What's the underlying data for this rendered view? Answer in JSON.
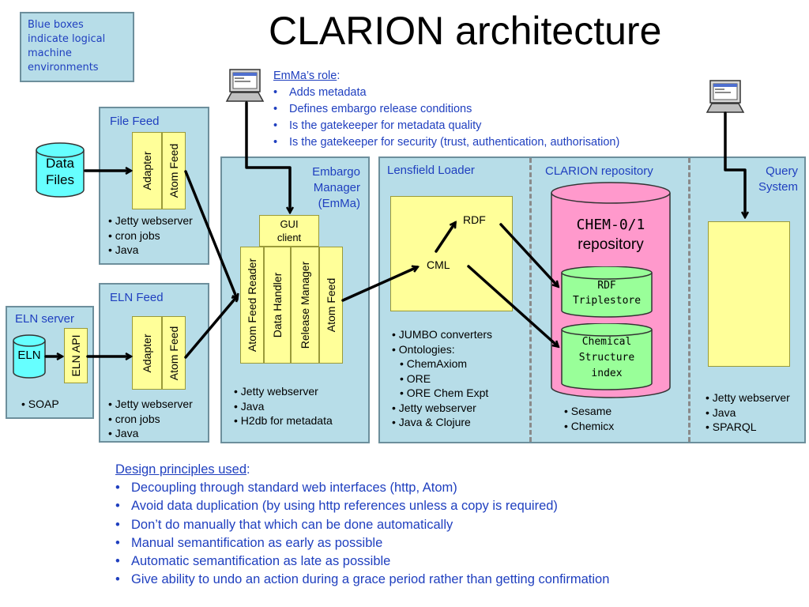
{
  "title": "CLARION architecture",
  "legend_note": "Blue boxes indicate logical machine environments",
  "emma_role": {
    "heading": "EmMa’s role",
    "items": [
      "Adds metadata",
      "Defines embargo release conditions",
      "Is the gatekeeper for metadata quality",
      "Is the gatekeeper for security (trust, authentication, authorisation)"
    ]
  },
  "data_files": "Data Files",
  "file_feed": {
    "title": "File Feed",
    "adapter": "Adapter",
    "atom_feed": "Atom Feed",
    "bullets": [
      "Jetty webserver",
      "cron jobs",
      "Java"
    ]
  },
  "eln_server": {
    "title": "ELN server",
    "eln": "ELN",
    "eln_api": "ELN API",
    "bullets": [
      "SOAP"
    ]
  },
  "eln_feed": {
    "title": "ELN Feed",
    "adapter": "Adapter",
    "atom_feed": "Atom Feed",
    "bullets": [
      "Jetty webserver",
      "cron jobs",
      "Java"
    ]
  },
  "embargo_manager": {
    "title": "Embargo Manager (EmMa)",
    "gui_client": "GUI client",
    "columns": [
      "Atom Feed Reader",
      "Data Handler",
      "Release Manager",
      "Atom Feed"
    ],
    "bullets": [
      "Jetty webserver",
      "Java",
      "H2db for metadata"
    ]
  },
  "lensfield": {
    "title": "Lensfield Loader",
    "rdf": "RDF",
    "cml": "CML",
    "bullets": [
      "JUMBO converters",
      "Ontologies:",
      "ChemAxiom",
      "ORE",
      "ORE Chem Expt",
      "Jetty webserver",
      "Java & Clojure"
    ]
  },
  "repository": {
    "title": "CLARION repository",
    "cylinder_line1": "CHEM-0/1",
    "cylinder_line2": "repository",
    "triplestore_line1": "RDF",
    "triplestore_line2": "Triplestore",
    "index_line1": "Chemical",
    "index_line2": "Structure",
    "index_line3": "index",
    "bullets": [
      "Sesame",
      "Chemicx"
    ]
  },
  "query_system": {
    "title": "Query System",
    "bullets": [
      "Jetty webserver",
      "Java",
      "SPARQL"
    ]
  },
  "design_principles": {
    "heading": "Design principles used",
    "items": [
      "Decoupling through standard web interfaces (http, Atom)",
      "Avoid data duplication (by using http references unless a copy is required)",
      "Don’t do manually that which can be done automatically",
      "Manual semantification as early as possible",
      "Automatic semantification as late as possible",
      "Give ability to undo an action during a grace period rather than getting confirmation"
    ]
  },
  "colors": {
    "environment": "#b7dde8",
    "component": "#ffff99",
    "repository": "#ff99cc",
    "store": "#99ff99",
    "label_blue": "#1f3fbf"
  }
}
